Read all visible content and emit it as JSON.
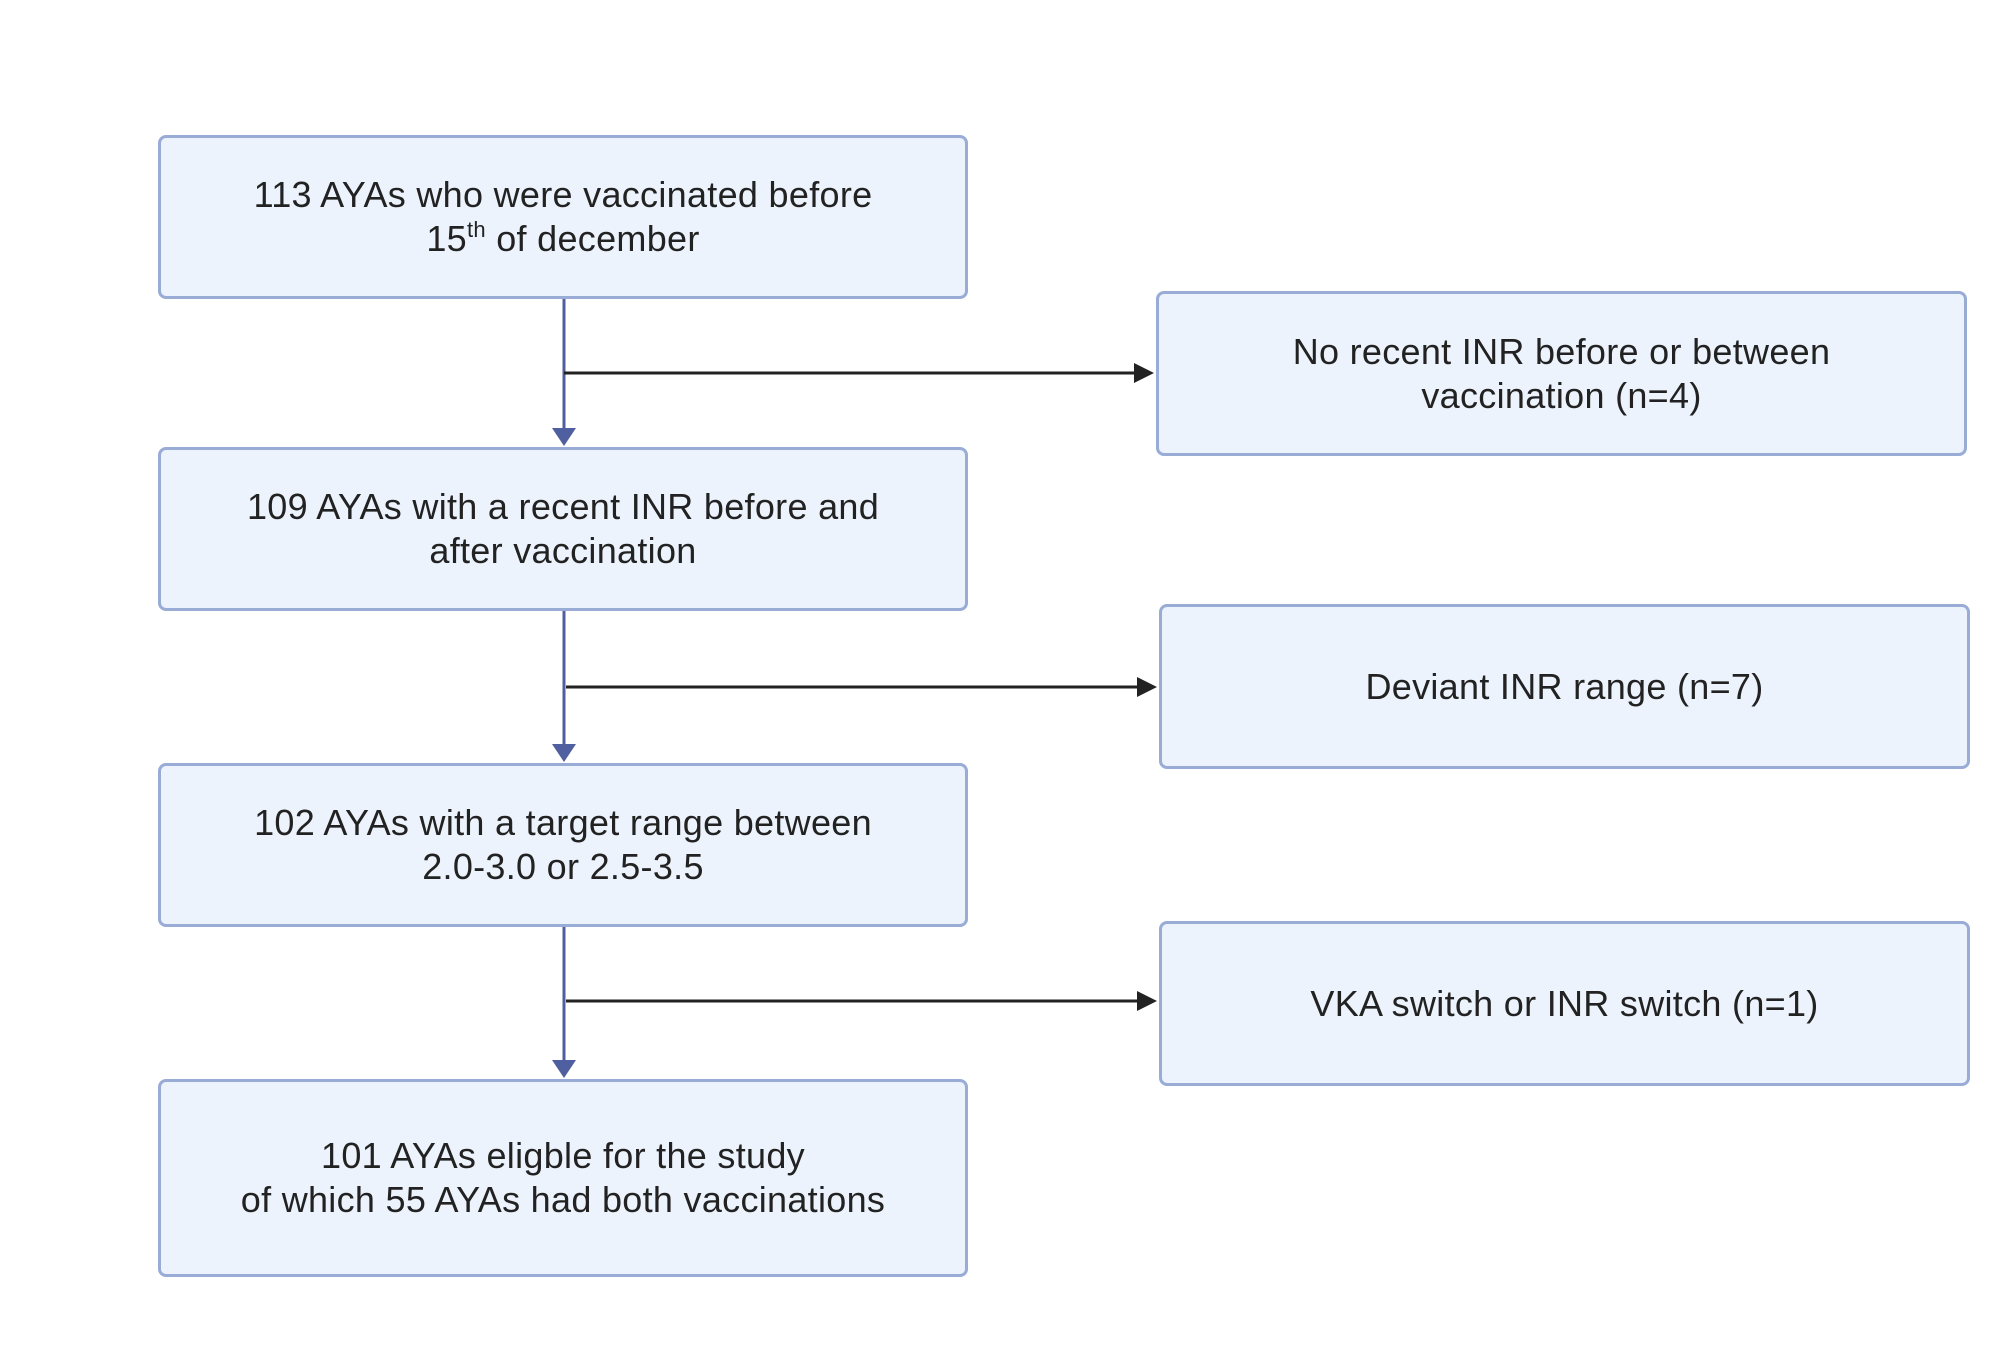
{
  "flow": {
    "steps": [
      {
        "line1_a": "113 AYAs who were vaccinated before",
        "line2_pre": "15",
        "line2_sup": "th",
        "line2_post": " of december"
      },
      {
        "line1": "109 AYAs with a recent INR before and",
        "line2": "after vaccination"
      },
      {
        "line1": "102 AYAs with a target range between",
        "line2": "2.0-3.0 or 2.5-3.5"
      },
      {
        "line1": "101 AYAs eligble for the study",
        "line2": "of which 55 AYAs had both vaccinations"
      }
    ],
    "exclusions": [
      {
        "line1": "No recent INR before or between",
        "line2": "vaccination (n=4)"
      },
      {
        "line1": "Deviant INR range (n=7)"
      },
      {
        "line1": "VKA switch or INR switch (n=1)"
      }
    ]
  },
  "colors": {
    "box_fill": "#ecf3fc",
    "box_border": "#98acd6",
    "main_arrow": "#4f5f9f",
    "side_arrow": "#222222",
    "text": "#222222"
  }
}
